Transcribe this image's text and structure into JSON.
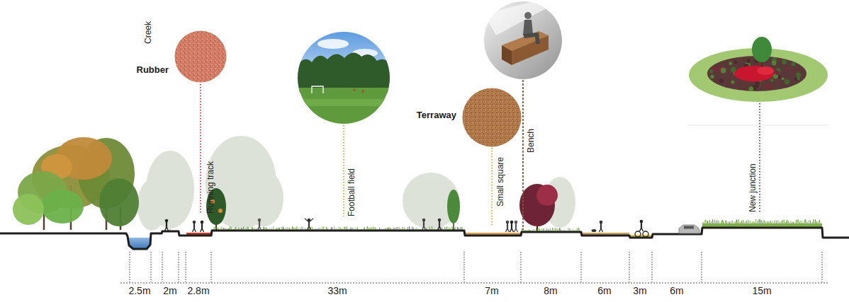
{
  "diagram": {
    "nodes": [
      {
        "text": [
          "Rubber"
        ]
      },
      {
        "text": [
          "Terraway"
        ]
      }
    ],
    "labels": [
      "Creek",
      "Running track",
      "Football field",
      "Small square",
      "Bench",
      "New junction",
      "2.5m",
      "2m",
      "2.8m",
      "33m",
      "7m",
      "8m",
      "6m",
      "3m",
      "6m",
      "15m"
    ]
  }
}
